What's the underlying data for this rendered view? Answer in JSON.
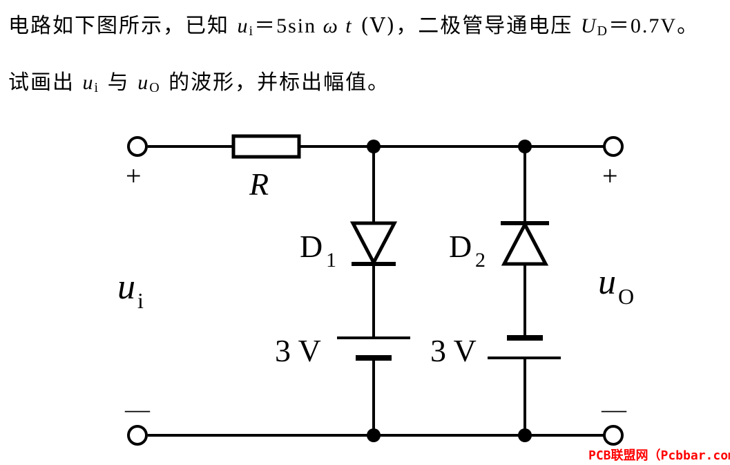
{
  "problem": {
    "line1_a": "电路如下图所示，已知",
    "ui_var": "u",
    "ui_sub": "i",
    "eq1": "＝5sin ",
    "omega_t": "ω t",
    "unit_v": " (V)，二极管导通电压 ",
    "ud_var": "U",
    "ud_sub": "D",
    "eq2": "＝0.7V。",
    "line2_a": "试画出 ",
    "ui2_var": "u",
    "ui2_sub": "i",
    "and": " 与 ",
    "uo_var": "u",
    "uo_sub": "O",
    "line2_b": " 的波形，并标出幅值。"
  },
  "circuit": {
    "resistor_label": "R",
    "d1_label": "D",
    "d1_sub": "1",
    "d2_label": "D",
    "d2_sub": "2",
    "battery1_label": "3 V",
    "battery2_label": "3 V",
    "input_label": "u",
    "input_sub": "i",
    "output_label": "u",
    "output_sub": "O",
    "plus_left": "+",
    "plus_right": "+",
    "minus_left": "—",
    "minus_right": "—"
  },
  "watermark": "PCB联盟网（Pcbbar.com）"
}
